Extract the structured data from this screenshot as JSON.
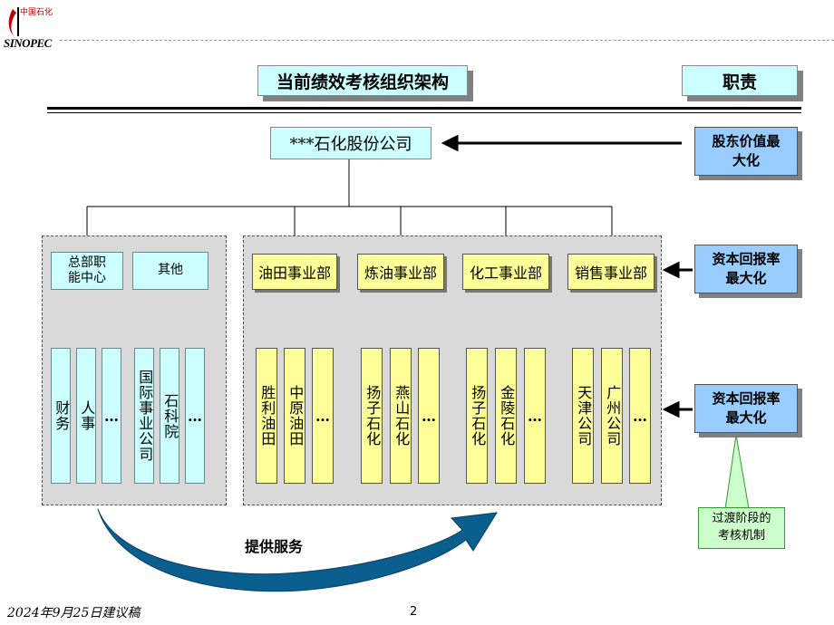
{
  "logo": {
    "text": "SINOPEC",
    "cn": "中国石化"
  },
  "header": {
    "title": "当前绩效考核组织架构",
    "responsibility": "职责"
  },
  "company": "***石化股份公司",
  "left_group": {
    "units": [
      {
        "label": "总部职\n能中心",
        "children": [
          "财务",
          "人事",
          "…"
        ]
      },
      {
        "label": "其他",
        "children": [
          "国际事业公司",
          "石科院",
          "…"
        ]
      }
    ]
  },
  "right_group": {
    "units": [
      {
        "label": "油田事业部",
        "children": [
          "胜利油田",
          "中原油田",
          "…"
        ]
      },
      {
        "label": "炼油事业部",
        "children": [
          "扬子石化",
          "燕山石化",
          "…"
        ]
      },
      {
        "label": "化工事业部",
        "children": [
          "扬子石化",
          "金陵石化",
          "…"
        ]
      },
      {
        "label": "销售事业部",
        "children": [
          "天津公司",
          "广州公司",
          "…"
        ]
      }
    ]
  },
  "responsibilities": [
    "股东价值最\n大化",
    "资本回报率\n最大化",
    "资本回报率\n最大化"
  ],
  "note": "过渡阶段的\n考核机制",
  "service_label": "提供服务",
  "footer": {
    "date": "2024年9月25日建议稿",
    "page": "2"
  },
  "colors": {
    "cyan": "#ccffff",
    "yellow": "#ffff99",
    "blue": "#99ccff",
    "green": "#ccffcc",
    "arrow": "#0b5f8f"
  }
}
